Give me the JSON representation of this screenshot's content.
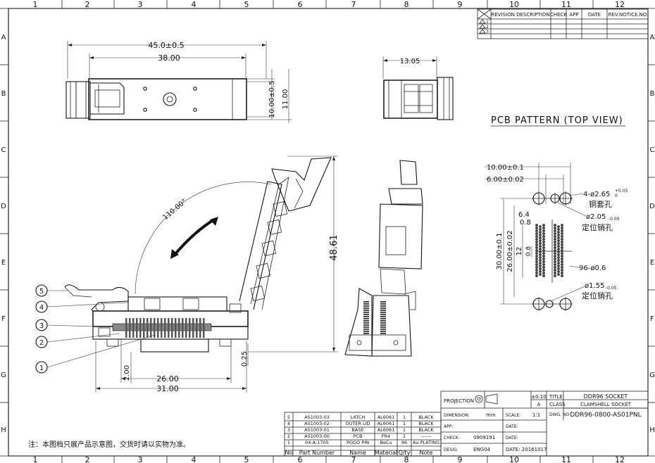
{
  "grid": {
    "columns": [
      "1",
      "2",
      "3",
      "4",
      "5",
      "6",
      "7",
      "8",
      "9",
      "10",
      "11",
      "12"
    ],
    "rows": [
      "A",
      "B",
      "C",
      "D",
      "E",
      "F",
      "G",
      "H"
    ]
  },
  "revision_table": {
    "headers": [
      "REVISION DESCRIPTION",
      "CHECK",
      "APP",
      "DATE",
      "REV.NOTICE.NO"
    ],
    "rows": [
      "1",
      "2",
      "3"
    ]
  },
  "top_view": {
    "dims": [
      "45.0±0.5",
      "38.00",
      "10.00±0.5",
      "11.00"
    ]
  },
  "side_view": {
    "dims": [
      "13.05"
    ]
  },
  "pcb_pattern": {
    "title": "PCB PATTERN (TOP VIEW)",
    "dims": [
      "10.00±0.1",
      "6.00±0.02",
      "6.4",
      "0.8",
      "12",
      "0.8",
      "30.00±0.1",
      "26.00±0.02"
    ],
    "notes": [
      "4-ø2.65",
      "+0.05",
      "0",
      "铜套孔",
      "ø2.05",
      "-0.05",
      "定位销孔",
      "96-ø0.6",
      "ø1.55",
      "-0.05",
      "定位销孔"
    ]
  },
  "open_view": {
    "angle": "110.00°",
    "dims": [
      "48.61",
      "26.00",
      "31.00",
      "2.00",
      "0.25"
    ],
    "balloons": [
      "1",
      "2",
      "3",
      "4",
      "5"
    ]
  },
  "title_block": {
    "projection": "PROJECTION",
    "tolerance": "±0.10",
    "tol_class": "A",
    "title_label": "TITLE",
    "title_value": "DDR96 SOCKET",
    "class_label": "CLASS",
    "class_value": "CLAMSHELL SOCKET",
    "dwg_label": "DWG. NO",
    "dwg_value": "DDR96-0800-AS01PNL",
    "dimension_label": "DIMENSION:",
    "dimension_value": "mm",
    "scale_label": "SCALE:",
    "scale_value": "1:1",
    "app_label": "APP:",
    "date_label": "DATE:",
    "check_label": "CHECK:",
    "check_value": "0909191",
    "desig_label": "DESIG:",
    "desig_value": "ENG04",
    "date_value": "DATE:  20161017"
  },
  "bom": {
    "rows": [
      [
        "5",
        "AS1003-03",
        "LATCH",
        "AL6061",
        "1",
        "BLACK"
      ],
      [
        "4",
        "AS1003-02",
        "OUTER LID",
        "AL6061",
        "1",
        "BLACK"
      ],
      [
        "3",
        "AS1003-01",
        "BASE",
        "AL6061",
        "1",
        "BLACK"
      ],
      [
        "2",
        "AS1003-00",
        "PCB",
        "FR4",
        "1",
        "------"
      ],
      [
        "1",
        "04-A-1705",
        "POGO PIN",
        "BeCu",
        "96",
        "Au PLATING"
      ]
    ],
    "header": [
      "No",
      "Part Number",
      "Name",
      "Material",
      "Q/ty",
      "Note"
    ]
  },
  "note": "注：本图档只展产品示意图，交货时请以实物为准。"
}
